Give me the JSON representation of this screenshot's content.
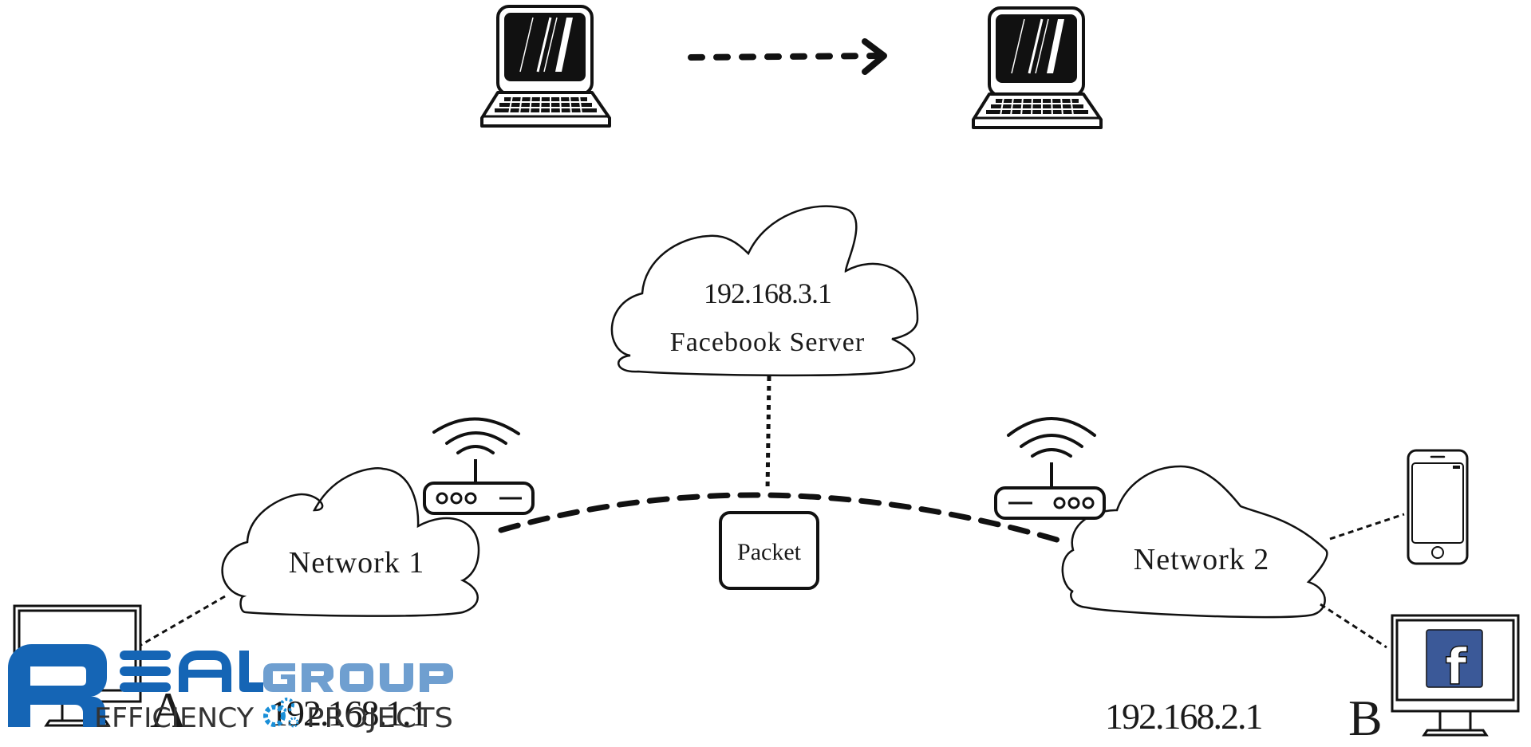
{
  "diagram": {
    "type": "network-packet-routing",
    "top_row": {
      "source_device": "laptop-icon",
      "arrow": "dotted-arrow-right",
      "target_device": "laptop-icon"
    },
    "nodes": {
      "server": {
        "ip": "192.168.3.1",
        "label": "Facebook Server"
      },
      "network1": {
        "label": "Network 1",
        "router_icon": "wifi-router-icon"
      },
      "network2": {
        "label": "Network 2",
        "router_icon": "wifi-router-icon"
      },
      "packet": {
        "label": "Packet"
      },
      "host_a": {
        "letter": "A",
        "ip": "192.168.1.1",
        "device": "desktop-monitor-icon"
      },
      "host_b": {
        "letter": "B",
        "ip": "192.168.2.1",
        "device": "desktop-monitor-icon",
        "screen_content": "f"
      },
      "phone": {
        "device": "smartphone-icon"
      }
    },
    "edges": [
      {
        "from": "network1",
        "to": "network2",
        "style": "dashed-bold"
      },
      {
        "from": "server",
        "to": "network-path",
        "style": "dotted"
      },
      {
        "from": "network1",
        "to": "host_a",
        "style": "dotted"
      },
      {
        "from": "network2",
        "to": "phone",
        "style": "dotted"
      },
      {
        "from": "network2",
        "to": "host_b",
        "style": "dotted"
      }
    ]
  },
  "watermark": {
    "brand_main": "REAL",
    "brand_secondary": "GROUP",
    "tagline_left": "EFFICIENCY",
    "tagline_right": "PROJECTS",
    "colors": {
      "primary": "#1565b5",
      "secondary": "#6f9fd0",
      "gear": "#1a8fd8",
      "tagline": "#333333"
    }
  },
  "colors": {
    "ink": "#111111",
    "facebook_blue": "#3b5998",
    "background": "#ffffff"
  }
}
